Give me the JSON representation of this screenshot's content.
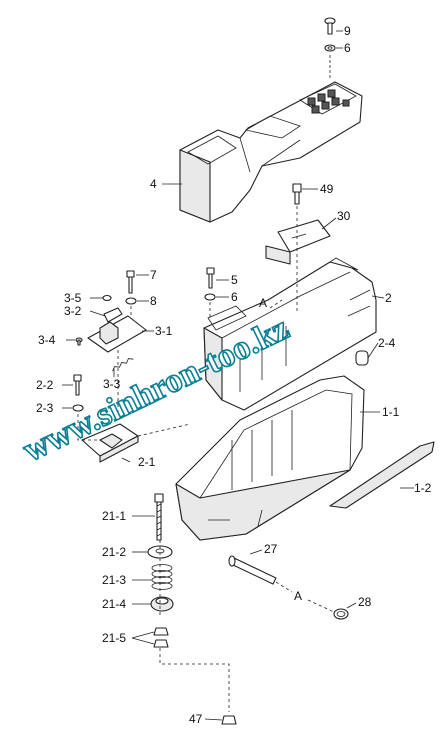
{
  "callouts": {
    "c9": "9",
    "c6a": "6",
    "c4": "4",
    "c49": "49",
    "c30": "30",
    "c7": "7",
    "c8": "8",
    "c5": "5",
    "c6b": "6",
    "cA1": "A",
    "c2": "2",
    "c3_5": "3-5",
    "c3_2": "3-2",
    "c3_1": "3-1",
    "c3_4": "3-4",
    "c2_4": "2-4",
    "c3_3": "3-3",
    "c2_2": "2-2",
    "c2_3": "2-3",
    "c1_1": "1-1",
    "c2_1": "2-1",
    "c1_2": "1-2",
    "c21_1": "21-1",
    "c27": "27",
    "c21_2": "21-2",
    "c21_3": "21-3",
    "cA2": "A",
    "c28": "28",
    "c21_4": "21-4",
    "c21_5": "21-5",
    "c47": "47"
  },
  "watermark": "www.sinhron-too.kz"
}
